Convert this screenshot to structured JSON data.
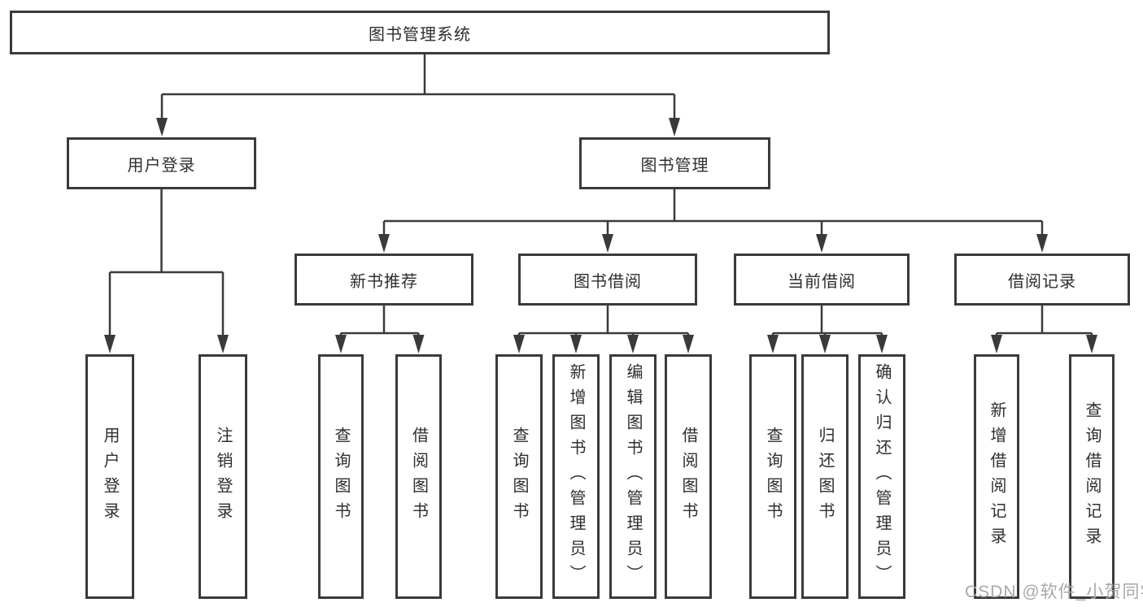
{
  "tree": {
    "root": {
      "label": "图书管理系统"
    },
    "level2": [
      {
        "label": "用户登录"
      },
      {
        "label": "图书管理"
      }
    ],
    "level3": [
      {
        "label": "新书推荐"
      },
      {
        "label": "图书借阅"
      },
      {
        "label": "当前借阅"
      },
      {
        "label": "借阅记录"
      }
    ],
    "leaves": {
      "user": [
        "用户登录",
        "注销登录"
      ],
      "newbook": [
        "查询图书",
        "借阅图书"
      ],
      "borrow": [
        "查询图书",
        "新增图书（管理员）",
        "编辑图书（管理员）",
        "借阅图书"
      ],
      "current": [
        "查询图书",
        "归还图书",
        "确认归还（管理员）"
      ],
      "records": [
        "新增借阅记录",
        "查询借阅记录"
      ]
    }
  },
  "watermark": {
    "text": "CSDN @软件_小贺同学"
  },
  "colors": {
    "line": "#3a3a3a",
    "box_border": "#3a3a3a",
    "text": "#2e2e2e",
    "watermark": "#a8a8a8",
    "background": "#ffffff"
  }
}
